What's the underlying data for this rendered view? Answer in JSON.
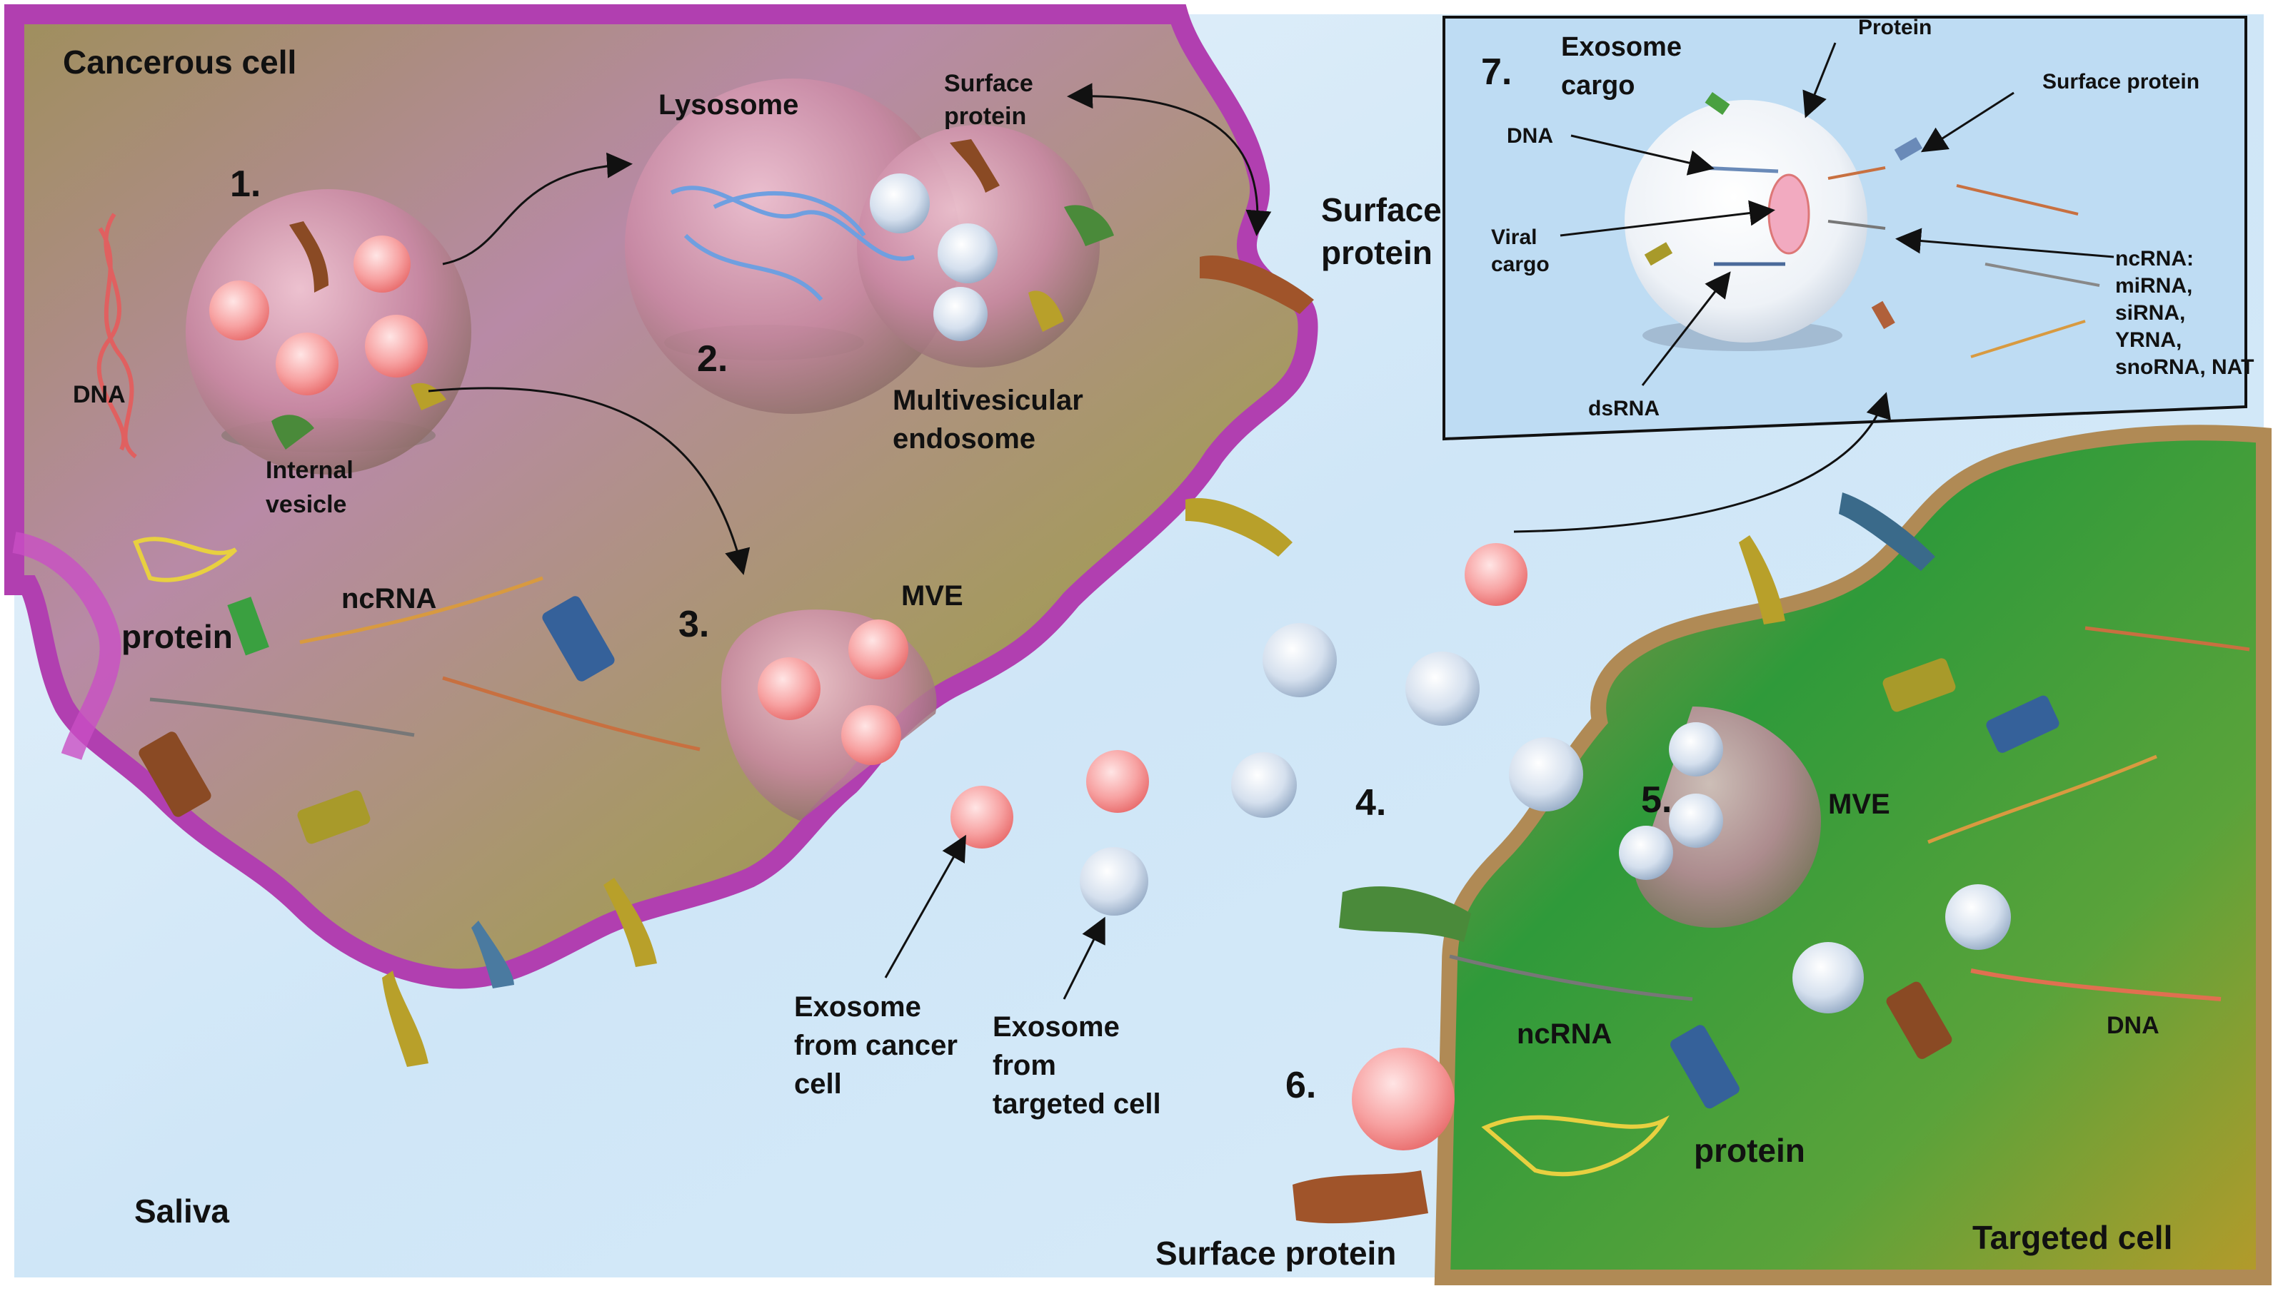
{
  "labels": {
    "cancerous_cell": "Cancerous cell",
    "saliva": "Saliva",
    "targeted_cell": "Targeted cell",
    "lysosome": "Lysosome",
    "surface_protein_top": [
      "Surface",
      "protein"
    ],
    "surface_protein_right": [
      "Surface",
      "protein"
    ],
    "surface_protein_bottom": "Surface protein",
    "multivesicular_endosome": [
      "Multivesicular",
      "endosome"
    ],
    "internal_vesicle": [
      "Internal",
      "vesicle"
    ],
    "dna_left": "DNA",
    "ncrna_left": "ncRNA",
    "protein_left": "protein",
    "mve_left": "MVE",
    "mve_right": "MVE",
    "exosome_from_cancer": [
      "Exosome",
      "from cancer",
      "cell"
    ],
    "exosome_from_targeted": [
      "Exosome",
      "from",
      "targeted cell"
    ],
    "ncrna_right": "ncRNA",
    "dna_right": "DNA",
    "protein_right": "protein"
  },
  "steps": [
    "1.",
    "2.",
    "3.",
    "4.",
    "5.",
    "6.",
    "7."
  ],
  "inset": {
    "title": [
      "Exosome",
      "cargo"
    ],
    "protein": "Protein",
    "surface_protein": "Surface protein",
    "dna": "DNA",
    "viral_cargo": [
      "Viral",
      "cargo"
    ],
    "dsrna": "dsRNA",
    "ncrna_list": [
      "ncRNA:",
      "miRNA,",
      "siRNA,",
      "YRNA,",
      "snoRNA, NAT"
    ]
  },
  "colors": {
    "background": "#cfe6f7",
    "cancer_cell": "#9c8f5a",
    "cancer_membrane": "#b13fb0",
    "targeted_cell": "#3f9a2c",
    "targeted_membrane": "#b08a55",
    "exosome_cancer": "#f5a3a3",
    "exosome_target": "#c8d6ea"
  }
}
